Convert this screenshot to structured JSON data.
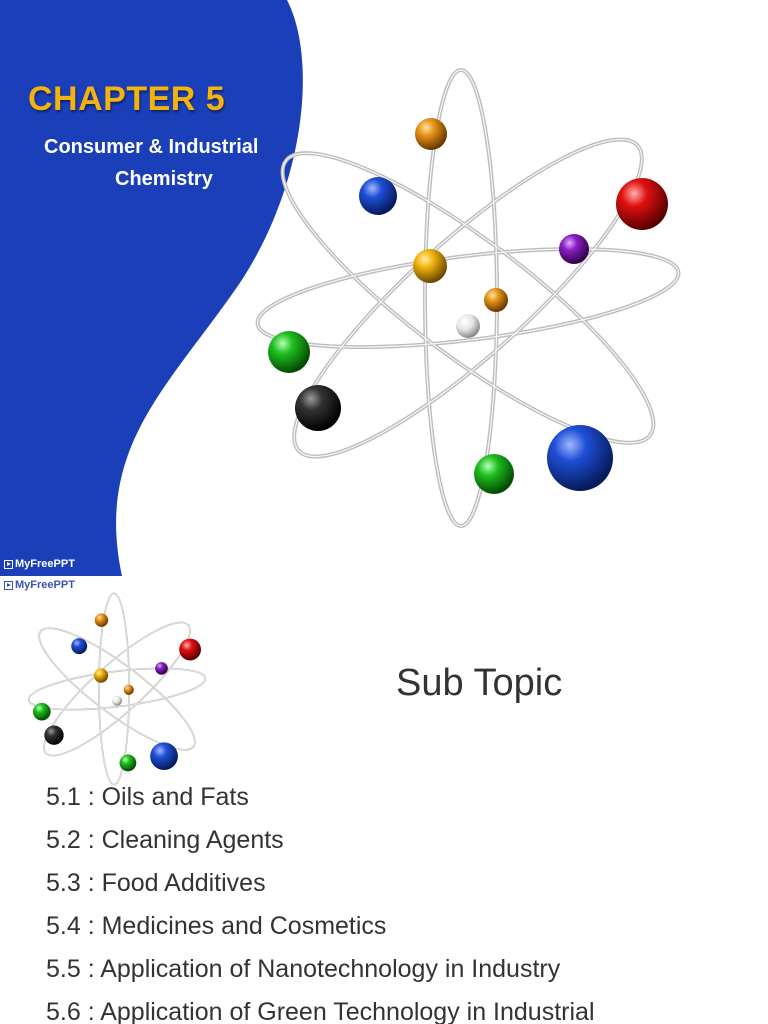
{
  "slide1": {
    "title": "CHAPTER 5",
    "subtitle_line1": "Consumer & Industrial",
    "subtitle_line2": "Chemistry",
    "brand": "MyFreePPT"
  },
  "slide2": {
    "brand": "MyFreePPT",
    "heading": "Sub Topic",
    "topics": [
      "5.1 : Oils and Fats",
      "5.2 : Cleaning Agents",
      "5.3 : Food Additives",
      "5.4 : Medicines and Cosmetics",
      "5.5 : Application of Nanotechnology in Industry",
      "5.6 : Application of Green Technology in Industrial"
    ]
  },
  "colors": {
    "panel_blue": "#1a3fb8",
    "title_gold": "#f2b311",
    "brand_blue": "#3b53b0"
  },
  "icons": [
    "atom-model-icon",
    "play-box-icon"
  ]
}
